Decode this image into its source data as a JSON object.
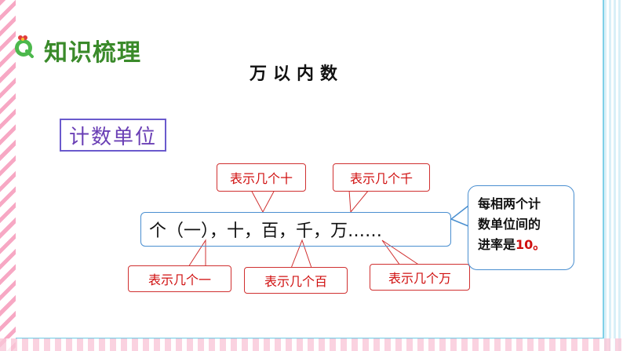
{
  "header": {
    "section_title": "知识梳理",
    "logo_icon": "q-logo-icon"
  },
  "main": {
    "title": "万以内数",
    "unit_label": "计数单位",
    "sequence": "个（一），十，百，千，万……",
    "callouts_top": [
      "表示几个十",
      "表示几个千"
    ],
    "callouts_bottom": [
      "表示几个一",
      "表示几个百",
      "表示几个万"
    ],
    "note": {
      "line1": "每相两个计",
      "line2": "数单位间的",
      "line3_prefix": "进率是",
      "line3_value": "10",
      "line3_suffix": "。"
    }
  },
  "colors": {
    "callout_text": "#d01010",
    "box_border": "#4a8fd0",
    "title_green": "#3a8a2a",
    "unit_purple": "#6a3fb5"
  }
}
